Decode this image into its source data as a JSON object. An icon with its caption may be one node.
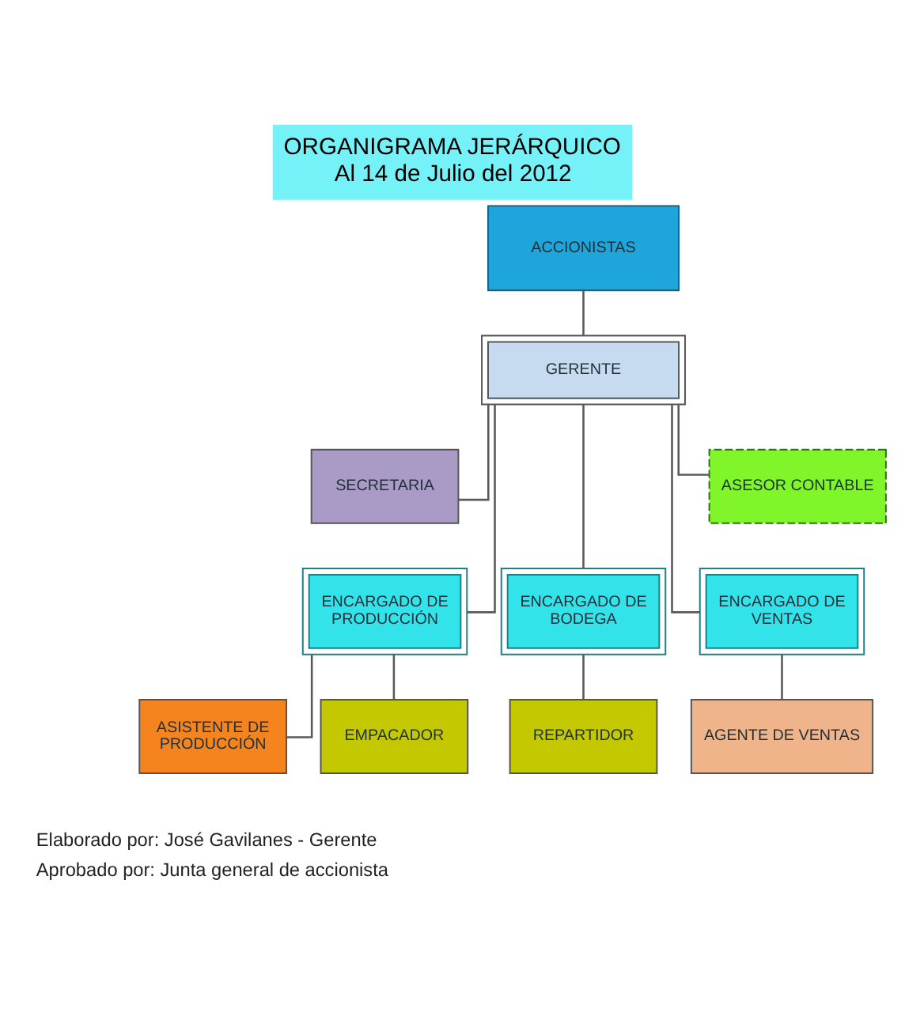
{
  "diagram": {
    "title": "ORGANIGRAMA JERÁRQUICO Al 14 de Julio del 2012",
    "nodes": [
      {
        "text": [
          "ACCIONISTAS"
        ]
      },
      {
        "text": [
          "GERENTE"
        ]
      },
      {
        "text": [
          "SECRETARIA"
        ]
      },
      {
        "text": [
          "ASESOR CONTABLE"
        ]
      },
      {
        "text": [
          "ENCARGADO DE PRODUCCIÓN"
        ]
      },
      {
        "text": [
          "ENCARGADO DE BODEGA"
        ]
      },
      {
        "text": [
          "ENCARGADO DE VENTAS"
        ]
      },
      {
        "text": [
          "ASISTENTE DE PRODUCCIÓN"
        ]
      },
      {
        "text": [
          "AGENTE DE VENTAS"
        ]
      },
      {
        "text": [
          "EMPACADOR"
        ]
      },
      {
        "text": [
          "REPARTIDOR"
        ]
      }
    ],
    "edges": [
      {
        "from": 0,
        "to": 1,
        "arrow": "none"
      },
      {
        "from": 1,
        "to": 2,
        "arrow": "none"
      },
      {
        "from": 1,
        "to": 4,
        "arrow": "none"
      },
      {
        "from": 1,
        "to": 5,
        "arrow": "none"
      },
      {
        "from": 1,
        "to": 6,
        "arrow": "none"
      },
      {
        "from": 1,
        "to": 3,
        "arrow": "none"
      },
      {
        "from": 4,
        "to": 7,
        "arrow": "none"
      },
      {
        "from": 4,
        "to": 9,
        "arrow": "none"
      },
      {
        "from": 5,
        "to": 10,
        "arrow": "none"
      },
      {
        "from": 6,
        "to": 8,
        "arrow": "none"
      }
    ],
    "labels": [
      "Elaborado por: José Gavilanes - Gerente",
      "Aprobado por: Junta general de accionista"
    ]
  }
}
